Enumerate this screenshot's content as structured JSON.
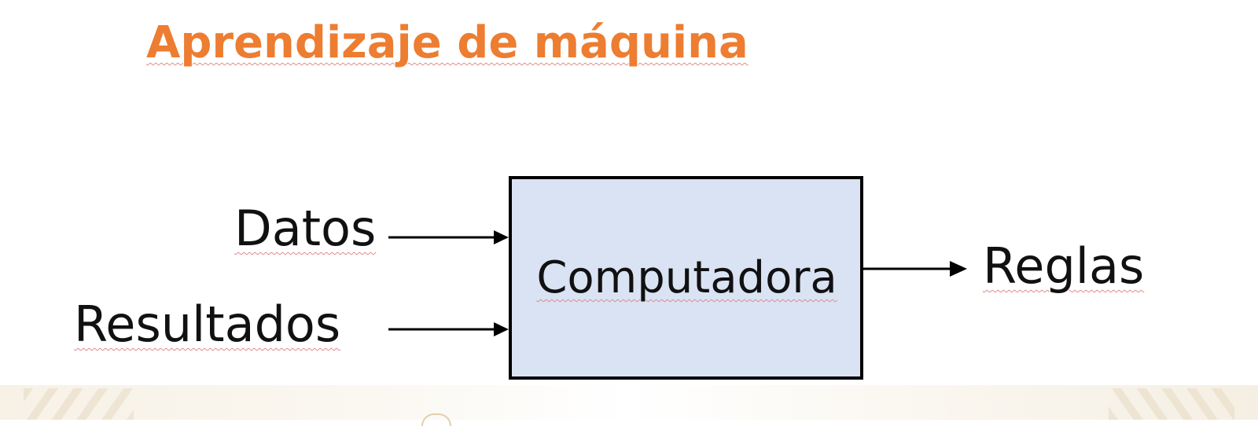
{
  "title": "Aprendizaje de máquina",
  "diagram": {
    "inputs": [
      "Datos",
      "Resultados"
    ],
    "process": "Computadora",
    "output": "Reglas"
  },
  "colors": {
    "title": "#ED7D31",
    "box_fill": "#DAE3F3",
    "box_border": "#000000",
    "text": "#111111"
  }
}
